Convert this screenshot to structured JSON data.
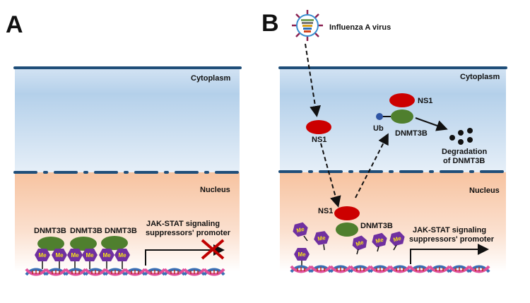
{
  "figure": {
    "panel_a": {
      "letter": "A",
      "cytoplasm_label": "Cytoplasm",
      "nucleus_label": "Nucleus",
      "dnmt3b_labels": [
        "DNMT3B",
        "DNMT3B",
        "DNMT3B"
      ],
      "methyl_label": "Me",
      "promoter_line1": "JAK-STAT  signaling",
      "promoter_line2": "suppressors' promoter",
      "blocked_marker": "red-x-icon"
    },
    "panel_b": {
      "letter": "B",
      "virus_label": "Influenza A virus",
      "cytoplasm_label": "Cytoplasm",
      "nucleus_label": "Nucleus",
      "ns1_cyto_label": "NS1",
      "complex_ns1_label": "NS1",
      "complex_dnmt3b_label": "DNMT3B",
      "ub_label": "Ub",
      "degradation_line1": "Degradation",
      "degradation_line2": "of DNMT3B",
      "nuclear_ns1_label": "NS1",
      "nuclear_dnmt3b_label": "DNMT3B",
      "methyl_label": "Me",
      "promoter_line1": "JAK-STAT  signaling",
      "promoter_line2": "suppressors' promoter"
    },
    "colors": {
      "membrane": "#1f4e79",
      "cytoplasm_top": "#cfe0f1",
      "cytoplasm_mid": "#b3cfea",
      "nucleus_top": "#f6c4a2",
      "ns1_red": "#cc0000",
      "dnmt3b_green": "#4f7f2e",
      "methyl_purple": "#7030a0",
      "methyl_text": "#f5e31a",
      "ub_blue": "#2f55a4",
      "x_red": "#c00000",
      "dna_pink": "#e0509a",
      "dna_blue": "#3a6fb5",
      "dna_rung": "#b03020"
    }
  }
}
